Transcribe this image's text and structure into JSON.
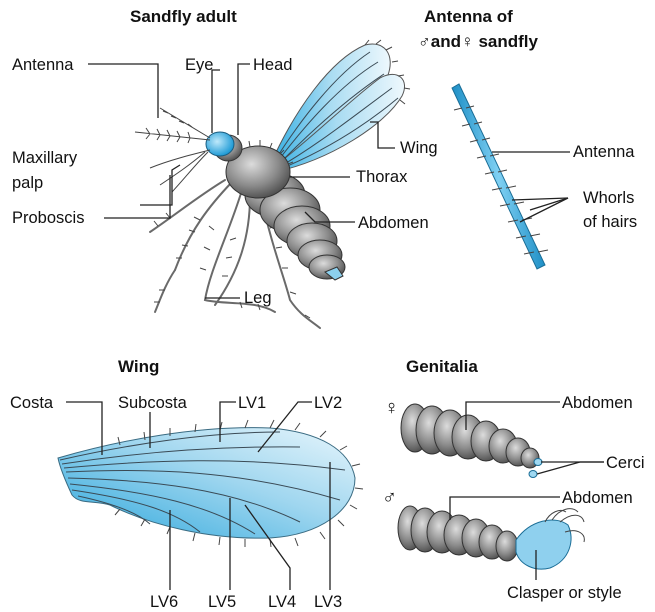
{
  "sections": {
    "adult": {
      "title": "Sandfly adult",
      "labels": {
        "antenna": "Antenna",
        "eye": "Eye",
        "head": "Head",
        "wing": "Wing",
        "maxillary_palp_1": "Maxillary",
        "maxillary_palp_2": "palp",
        "thorax": "Thorax",
        "proboscis": "Proboscis",
        "abdomen": "Abdomen",
        "leg": "Leg"
      }
    },
    "antenna_detail": {
      "title_1": "Antenna of",
      "title_2": "♂and♀ sandfly",
      "labels": {
        "antenna": "Antenna",
        "whorls_1": "Whorls",
        "whorls_2": "of hairs"
      }
    },
    "wing": {
      "title": "Wing",
      "labels": {
        "costa": "Costa",
        "subcosta": "Subcosta",
        "lv1": "LV1",
        "lv2": "LV2",
        "lv3": "LV3",
        "lv4": "LV4",
        "lv5": "LV5",
        "lv6": "LV6"
      }
    },
    "genitalia": {
      "title": "Genitalia",
      "female_symbol": "♀",
      "male_symbol": "♂",
      "labels": {
        "abdomen_female": "Abdomen",
        "cerci": "Cerci",
        "abdomen_male": "Abdomen",
        "clasper": "Clasper or style"
      }
    }
  },
  "colors": {
    "wing_blue": "#3aaee0",
    "body_gray": "#8c8c8c",
    "background": "#ffffff"
  }
}
